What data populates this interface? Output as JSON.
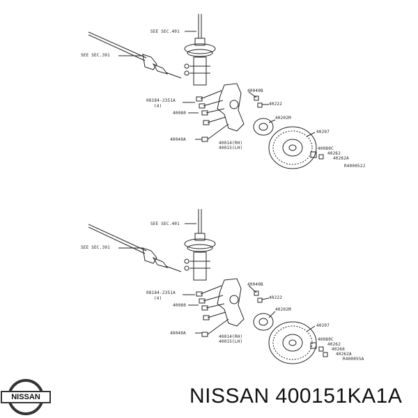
{
  "diagram_top": {
    "labels": {
      "strut_ref": "SEE SEC.401",
      "shaft_ref": "SEE SEC.391",
      "bolt_code": "08184-2351A",
      "bolt_qty": "(4)",
      "p40080": "40080",
      "p40040a": "40040A",
      "p40040b": "40040B",
      "p40222": "40222",
      "p40202m": "40202M",
      "p40014": "40014(RH)",
      "p40015": "40015(LH)",
      "p40207": "40207",
      "p40080c": "40080C",
      "p40262": "40262",
      "p40262a": "40262A",
      "ref": "R400052J"
    }
  },
  "diagram_bottom": {
    "labels": {
      "strut_ref": "SEE SEC.401",
      "shaft_ref": "SEE SEC.391",
      "bolt_code": "08184-2351A",
      "bolt_qty": "(4)",
      "p40080": "40080",
      "p40040a": "40040A",
      "p40040b": "40040B",
      "p40222": "40222",
      "p40202m": "40202M",
      "p40014": "40014(RH)",
      "p40015": "40015(LH)",
      "p40207": "40207",
      "p40080c": "40080C",
      "p40262": "40262",
      "p40266": "40266",
      "p40262a": "40262A",
      "ref": "R400055A"
    }
  },
  "footer": {
    "logo_text": "NISSAN",
    "part_text": "NISSAN 400151KA1A"
  },
  "colors": {
    "ink": "#222222",
    "background": "#ffffff"
  },
  "icons": {
    "logo": "nissan-logo-icon"
  }
}
